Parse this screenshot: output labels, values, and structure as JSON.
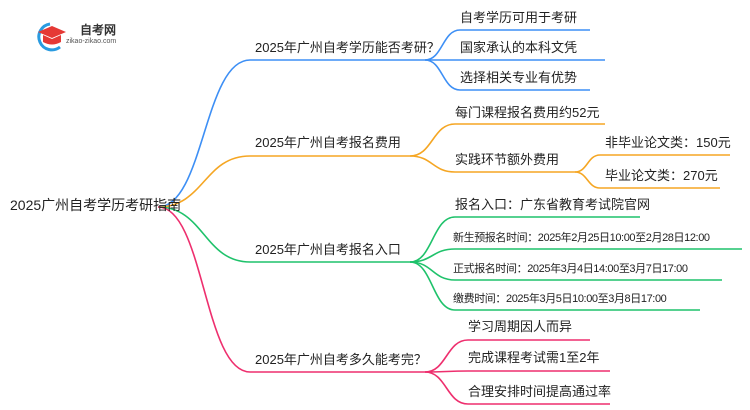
{
  "logo": {
    "title": "自考网",
    "url": "zikao-zikao.com"
  },
  "root": "2025广州自考学历考研指南",
  "colors": {
    "blue": "#3d8ff5",
    "orange": "#f5a623",
    "green": "#1fc26b",
    "pink": "#ee2f6e"
  },
  "branches": [
    {
      "label": "2025年广州自考学历能否考研？",
      "children": [
        "自考学历可用于考研",
        "国家承认的本科文凭",
        "选择相关专业有优势"
      ]
    },
    {
      "label": "2025年广州自考报名费用",
      "children": [
        "每门课程报名费用约52元",
        "实践环节额外费用"
      ],
      "grandchildren": [
        "非毕业论文类：150元",
        "毕业论文类：270元"
      ]
    },
    {
      "label": "2025年广州自考报名入口",
      "children": [
        "报名入口：广东省教育考试院官网",
        "新生预报名时间：2025年2月25日10:00至2月28日12:00",
        "正式报名时间：2025年3月4日14:00至3月7日17:00",
        "缴费时间：2025年3月5日10:00至3月8日17:00"
      ]
    },
    {
      "label": "2025年广州自考多久能考完？",
      "children": [
        "学习周期因人而异",
        "完成课程考试需1至2年",
        "合理安排时间提高通过率"
      ]
    }
  ]
}
